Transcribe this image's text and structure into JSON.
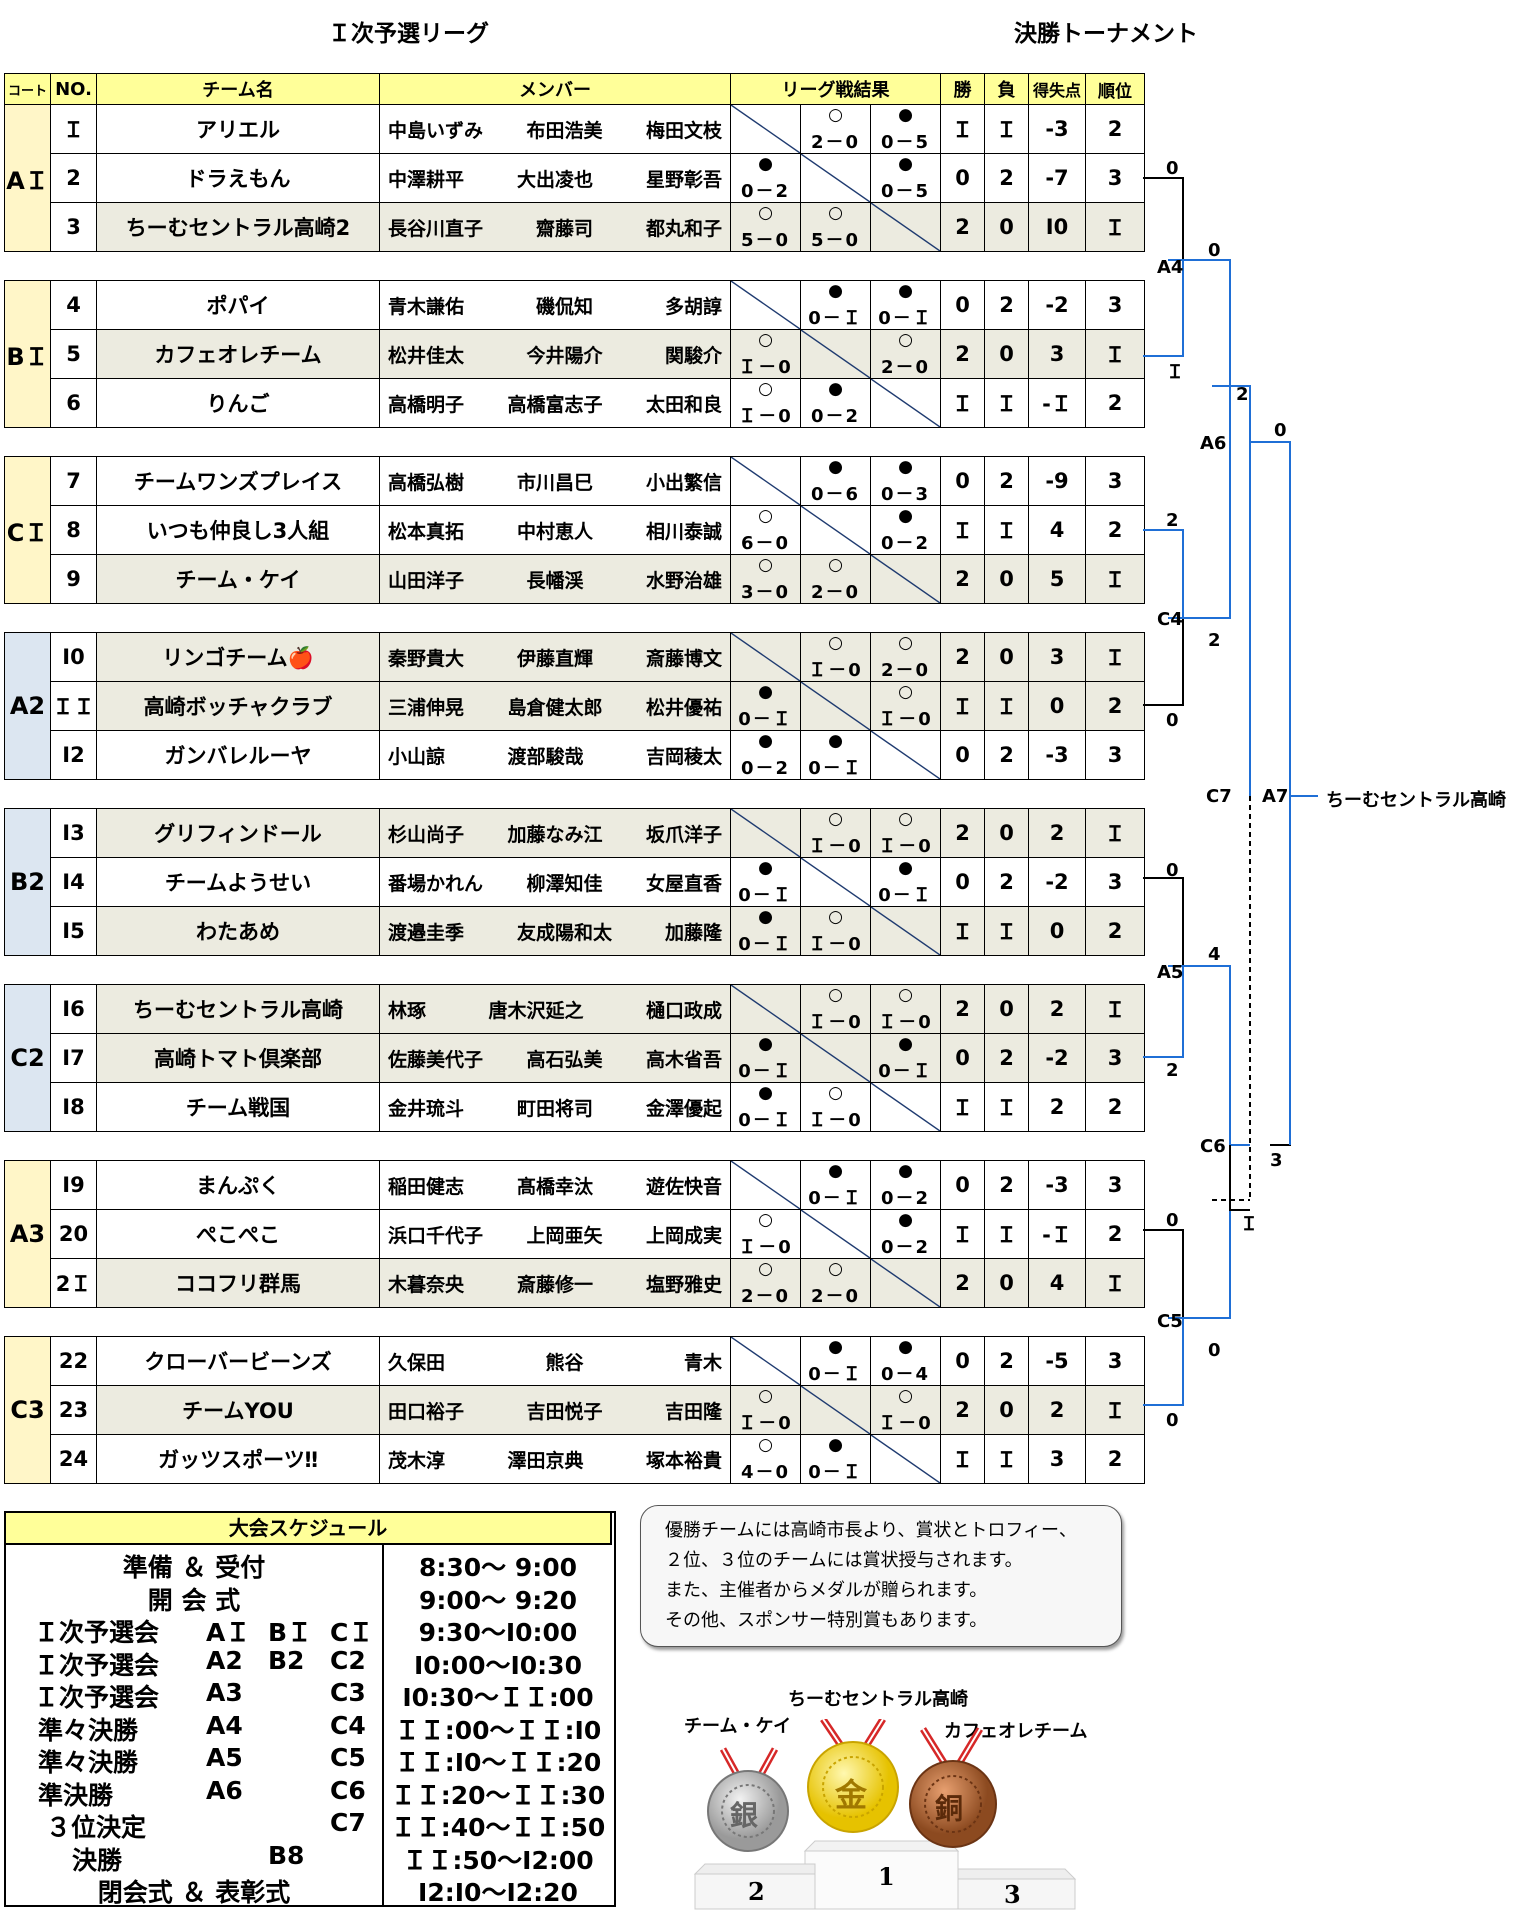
{
  "titles": {
    "league": "Ｉ次予選リーグ",
    "tournament": "決勝トーナメント"
  },
  "header": [
    "コート",
    "NO.",
    "チーム名",
    "メンバー",
    "リーグ戦結果",
    "勝",
    "負",
    "得失点",
    "順位"
  ],
  "groups": [
    {
      "court": "AＩ",
      "color": "y",
      "rows": [
        {
          "no": "Ｉ",
          "team": "アリエル",
          "members": [
            "中島いずみ",
            "布田浩美",
            "梅田文枝"
          ],
          "r": [
            null,
            {
              "m": "○",
              "s": "2－0"
            },
            {
              "m": "●",
              "s": "0－5"
            }
          ],
          "w": "Ｉ",
          "l": "Ｉ",
          "d": "-3",
          "rank": "2"
        },
        {
          "no": "2",
          "team": "ドラえもん",
          "members": [
            "中澤耕平",
            "大出凌也",
            "星野彰吾"
          ],
          "r": [
            {
              "m": "●",
              "s": "0－2"
            },
            null,
            {
              "m": "●",
              "s": "0－5"
            }
          ],
          "w": "0",
          "l": "2",
          "d": "-7",
          "rank": "3"
        },
        {
          "no": "3",
          "team": "ちーむセントラル高崎2",
          "members": [
            "長谷川直子",
            "齋藤司",
            "都丸和子"
          ],
          "r": [
            {
              "m": "○",
              "s": "5－0"
            },
            {
              "m": "○",
              "s": "5－0"
            },
            null
          ],
          "w": "2",
          "l": "0",
          "d": "I0",
          "rank": "Ｉ"
        }
      ]
    },
    {
      "court": "BＩ",
      "color": "y",
      "rows": [
        {
          "no": "4",
          "team": "ポパイ",
          "members": [
            "青木謙佑",
            "磯侃知",
            "多胡諄"
          ],
          "r": [
            null,
            {
              "m": "●",
              "s": "0－Ｉ"
            },
            {
              "m": "●",
              "s": "0－Ｉ"
            }
          ],
          "w": "0",
          "l": "2",
          "d": "-2",
          "rank": "3"
        },
        {
          "no": "5",
          "team": "カフェオレチーム",
          "members": [
            "松井佳太",
            "今井陽介",
            "関駿介"
          ],
          "r": [
            {
              "m": "○",
              "s": "Ｉ－0"
            },
            null,
            {
              "m": "○",
              "s": "2－0"
            }
          ],
          "w": "2",
          "l": "0",
          "d": "3",
          "rank": "Ｉ"
        },
        {
          "no": "6",
          "team": "りんご",
          "members": [
            "高橋明子",
            "高橋富志子",
            "太田和良"
          ],
          "r": [
            {
              "m": "○",
              "s": "Ｉ－0"
            },
            {
              "m": "●",
              "s": "0－2"
            },
            null
          ],
          "w": "Ｉ",
          "l": "Ｉ",
          "d": "-Ｉ",
          "rank": "2"
        }
      ]
    },
    {
      "court": "CＩ",
      "color": "y",
      "rows": [
        {
          "no": "7",
          "team": "チームワンズプレイス",
          "members": [
            "高橋弘樹",
            "市川昌巳",
            "小出繁信"
          ],
          "r": [
            null,
            {
              "m": "●",
              "s": "0－6"
            },
            {
              "m": "●",
              "s": "0－3"
            }
          ],
          "w": "0",
          "l": "2",
          "d": "-9",
          "rank": "3"
        },
        {
          "no": "8",
          "team": "いつも仲良し3人組",
          "members": [
            "松本真拓",
            "中村恵人",
            "相川泰誠"
          ],
          "r": [
            {
              "m": "○",
              "s": "6－0"
            },
            null,
            {
              "m": "●",
              "s": "0－2"
            }
          ],
          "w": "Ｉ",
          "l": "Ｉ",
          "d": "4",
          "rank": "2"
        },
        {
          "no": "9",
          "team": "チーム・ケイ",
          "members": [
            "山田洋子",
            "長幡渓",
            "水野治雄"
          ],
          "r": [
            {
              "m": "○",
              "s": "3－0"
            },
            {
              "m": "○",
              "s": "2－0"
            },
            null
          ],
          "w": "2",
          "l": "0",
          "d": "5",
          "rank": "Ｉ"
        }
      ]
    },
    {
      "court": "A2",
      "color": "b",
      "rows": [
        {
          "no": "I0",
          "team": "リンゴチーム🍎",
          "members": [
            "秦野貴大",
            "伊藤直輝",
            "斎藤博文"
          ],
          "r": [
            null,
            {
              "m": "○",
              "s": "Ｉ－0"
            },
            {
              "m": "○",
              "s": "2－0"
            }
          ],
          "w": "2",
          "l": "0",
          "d": "3",
          "rank": "Ｉ"
        },
        {
          "no": "ＩＩ",
          "team": "高崎ボッチャクラブ",
          "members": [
            "三浦伸晃",
            "島倉健太郎",
            "松井優祐"
          ],
          "r": [
            {
              "m": "●",
              "s": "0－Ｉ"
            },
            null,
            {
              "m": "○",
              "s": "Ｉ－0"
            }
          ],
          "w": "Ｉ",
          "l": "Ｉ",
          "d": "0",
          "rank": "2"
        },
        {
          "no": "I2",
          "team": "ガンバレルーヤ",
          "members": [
            "小山諒",
            "渡部駿哉",
            "吉岡稜太"
          ],
          "r": [
            {
              "m": "●",
              "s": "0－2"
            },
            {
              "m": "●",
              "s": "0－Ｉ"
            },
            null
          ],
          "w": "0",
          "l": "2",
          "d": "-3",
          "rank": "3"
        }
      ]
    },
    {
      "court": "B2",
      "color": "b",
      "rows": [
        {
          "no": "I3",
          "team": "グリフィンドール",
          "members": [
            "杉山尚子",
            "加藤なみ江",
            "坂爪洋子"
          ],
          "r": [
            null,
            {
              "m": "○",
              "s": "Ｉ－0"
            },
            {
              "m": "○",
              "s": "Ｉ－0"
            }
          ],
          "w": "2",
          "l": "0",
          "d": "2",
          "rank": "Ｉ"
        },
        {
          "no": "I4",
          "team": "チームようせい",
          "members": [
            "番場かれん",
            "柳澤知佳",
            "女屋直香"
          ],
          "r": [
            {
              "m": "●",
              "s": "0－Ｉ"
            },
            null,
            {
              "m": "●",
              "s": "0－Ｉ"
            }
          ],
          "w": "0",
          "l": "2",
          "d": "-2",
          "rank": "3"
        },
        {
          "no": "I5",
          "team": "わたあめ",
          "members": [
            "渡邉圭季",
            "友成陽和太",
            "加藤隆"
          ],
          "r": [
            {
              "m": "●",
              "s": "0－Ｉ"
            },
            {
              "m": "○",
              "s": "Ｉ－0"
            },
            null
          ],
          "w": "Ｉ",
          "l": "Ｉ",
          "d": "0",
          "rank": "2"
        }
      ]
    },
    {
      "court": "C2",
      "color": "b",
      "rows": [
        {
          "no": "I6",
          "team": "ちーむセントラル高崎",
          "members": [
            "林琢",
            "唐木沢延之",
            "樋口政成"
          ],
          "r": [
            null,
            {
              "m": "○",
              "s": "Ｉ－0"
            },
            {
              "m": "○",
              "s": "Ｉ－0"
            }
          ],
          "w": "2",
          "l": "0",
          "d": "2",
          "rank": "Ｉ"
        },
        {
          "no": "I7",
          "team": "高崎トマト倶楽部",
          "members": [
            "佐藤美代子",
            "高石弘美",
            "高木省吾"
          ],
          "r": [
            {
              "m": "●",
              "s": "0－Ｉ"
            },
            null,
            {
              "m": "●",
              "s": "0－Ｉ"
            }
          ],
          "w": "0",
          "l": "2",
          "d": "-2",
          "rank": "3"
        },
        {
          "no": "I8",
          "team": "チーム戦国",
          "members": [
            "金井琉斗",
            "町田将司",
            "金澤優起"
          ],
          "r": [
            {
              "m": "●",
              "s": "0－Ｉ"
            },
            {
              "m": "○",
              "s": "Ｉ－0"
            },
            null
          ],
          "w": "Ｉ",
          "l": "Ｉ",
          "d": "2",
          "rank": "2"
        }
      ]
    },
    {
      "court": "A3",
      "color": "y",
      "rows": [
        {
          "no": "I9",
          "team": "まんぷく",
          "members": [
            "稲田健志",
            "髙橋幸汰",
            "遊佐快音"
          ],
          "r": [
            null,
            {
              "m": "●",
              "s": "0－Ｉ"
            },
            {
              "m": "●",
              "s": "0－2"
            }
          ],
          "w": "0",
          "l": "2",
          "d": "-3",
          "rank": "3"
        },
        {
          "no": "20",
          "team": "ぺこぺこ",
          "members": [
            "浜口千代子",
            "上岡亜矢",
            "上岡成実"
          ],
          "r": [
            {
              "m": "○",
              "s": "Ｉ－0"
            },
            null,
            {
              "m": "●",
              "s": "0－2"
            }
          ],
          "w": "Ｉ",
          "l": "Ｉ",
          "d": "-Ｉ",
          "rank": "2"
        },
        {
          "no": "2Ｉ",
          "team": "ココフリ群馬",
          "members": [
            "木暮奈央",
            "斎藤修一",
            "塩野雅史"
          ],
          "r": [
            {
              "m": "○",
              "s": "2－0"
            },
            {
              "m": "○",
              "s": "2－0"
            },
            null
          ],
          "w": "2",
          "l": "0",
          "d": "4",
          "rank": "Ｉ"
        }
      ]
    },
    {
      "court": "C3",
      "color": "y",
      "rows": [
        {
          "no": "22",
          "team": "クローバービーンズ",
          "members": [
            "久保田",
            "熊谷",
            "青木"
          ],
          "r": [
            null,
            {
              "m": "●",
              "s": "0－Ｉ"
            },
            {
              "m": "●",
              "s": "0－4"
            }
          ],
          "w": "0",
          "l": "2",
          "d": "-5",
          "rank": "3"
        },
        {
          "no": "23",
          "team": "チームYOU",
          "members": [
            "田口裕子",
            "吉田悦子",
            "吉田隆"
          ],
          "r": [
            {
              "m": "○",
              "s": "Ｉ－0"
            },
            null,
            {
              "m": "○",
              "s": "Ｉ－0"
            }
          ],
          "w": "2",
          "l": "0",
          "d": "2",
          "rank": "Ｉ"
        },
        {
          "no": "24",
          "team": "ガッツスポーツ‼",
          "members": [
            "茂木淳",
            "澤田京典",
            "塚本裕貴"
          ],
          "r": [
            {
              "m": "○",
              "s": "4－0"
            },
            {
              "m": "●",
              "s": "0－Ｉ"
            },
            null
          ],
          "w": "Ｉ",
          "l": "Ｉ",
          "d": "3",
          "rank": "2"
        }
      ]
    }
  ],
  "bracket": {
    "labels": [
      "A4",
      "A5",
      "A6",
      "A7",
      "C4",
      "C5",
      "C6",
      "C7"
    ],
    "scores": [
      "0",
      "Ｉ",
      "0",
      "2",
      "0",
      "2",
      "0",
      "2",
      "0",
      "2",
      "0",
      "4",
      "Ｉ",
      "3",
      "0",
      "0",
      "Ｉ",
      "2"
    ],
    "winner": "ちーむセントラル高崎"
  },
  "schedule": {
    "title": "大会スケジュール",
    "rows": [
      {
        "name": "準備 ＆ 受付",
        "c": [
          "",
          "",
          ""
        ],
        "time": "8:30～ 9:00"
      },
      {
        "name": "開 会 式",
        "c": [
          "",
          "",
          ""
        ],
        "time": "9:00～ 9:20"
      },
      {
        "name": "Ｉ次予選会",
        "c": [
          "AＩ",
          "BＩ",
          "CＩ"
        ],
        "time": "9:30～I0:00"
      },
      {
        "name": "Ｉ次予選会",
        "c": [
          "A2",
          "B2",
          "C2"
        ],
        "time": "I0:00～I0:30"
      },
      {
        "name": "Ｉ次予選会",
        "c": [
          "A3",
          "",
          "C3"
        ],
        "time": "I0:30～ＩＩ:00"
      },
      {
        "name": "準々決勝",
        "c": [
          "A4",
          "",
          "C4"
        ],
        "time": "ＩＩ:00～ＩＩ:I0"
      },
      {
        "name": "準々決勝",
        "c": [
          "A5",
          "",
          "C5"
        ],
        "time": "ＩＩ:I0～ＩＩ:20"
      },
      {
        "name": "準決勝",
        "c": [
          "A6",
          "",
          "C6"
        ],
        "time": "ＩＩ:20～ＩＩ:30"
      },
      {
        "name": "３位決定",
        "c": [
          "",
          "",
          "C7"
        ],
        "time": "ＩＩ:40～ＩＩ:50"
      },
      {
        "name": "決勝",
        "c": [
          "",
          "B8",
          ""
        ],
        "time": "ＩＩ:50～I2:00"
      },
      {
        "name": "閉会式 ＆ 表彰式",
        "c": [
          "",
          "",
          ""
        ],
        "time": "I2:I0～I2:20"
      }
    ]
  },
  "note": [
    "優勝チームには高崎市長より、賞状とトロフィー、",
    "２位、３位のチームには賞状授与されます。",
    "また、主催者からメダルが贈られます。",
    "その他、スポンサー特別賞もあります。"
  ],
  "podium": {
    "first": "ちーむセントラル高崎",
    "second": "チーム・ケイ",
    "third": "カフェオレチーム",
    "gold": "金",
    "silver": "銀",
    "bronze": "銅",
    "p1": "1",
    "p2": "2",
    "p3": "3"
  },
  "colors": {
    "header": "#ffff99",
    "court_yellow": "#fff6c8",
    "court_blue": "#dce6f1",
    "shade": "#ecebe0",
    "bracket_blue": "#1f6fd6"
  }
}
